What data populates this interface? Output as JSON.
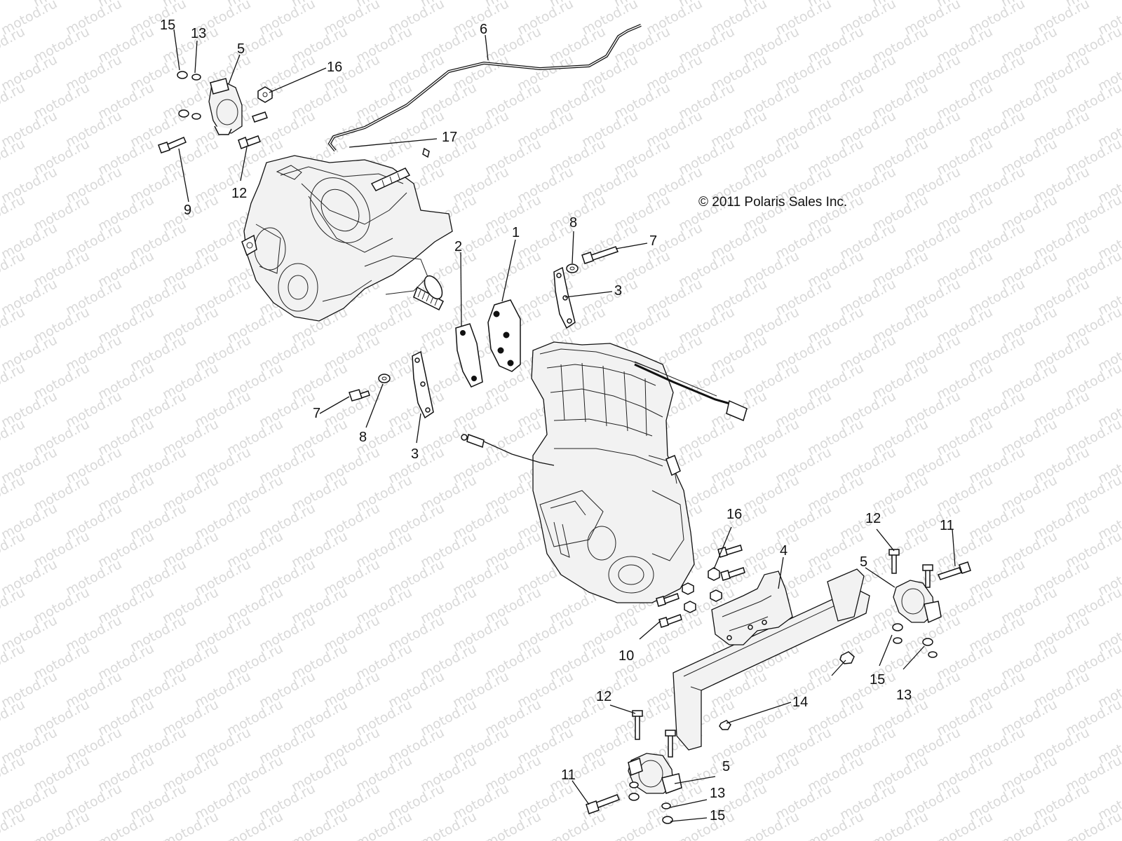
{
  "copyright": "© 2011 Polaris Sales Inc.",
  "watermark": "motod.ru",
  "callouts": [
    {
      "id": "c15a",
      "text": "15"
    },
    {
      "id": "c13a",
      "text": "13"
    },
    {
      "id": "c5a",
      "text": "5"
    },
    {
      "id": "c16a",
      "text": "16"
    },
    {
      "id": "c6",
      "text": "6"
    },
    {
      "id": "c17",
      "text": "17"
    },
    {
      "id": "c9",
      "text": "9"
    },
    {
      "id": "c12a",
      "text": "12"
    },
    {
      "id": "c8a",
      "text": "8"
    },
    {
      "id": "c7a",
      "text": "7"
    },
    {
      "id": "c1",
      "text": "1"
    },
    {
      "id": "c2",
      "text": "2"
    },
    {
      "id": "c3a",
      "text": "3"
    },
    {
      "id": "c7b",
      "text": "7"
    },
    {
      "id": "c8b",
      "text": "8"
    },
    {
      "id": "c3b",
      "text": "3"
    },
    {
      "id": "c16b",
      "text": "16"
    },
    {
      "id": "c4",
      "text": "4"
    },
    {
      "id": "c12b",
      "text": "12"
    },
    {
      "id": "c11a",
      "text": "11"
    },
    {
      "id": "c5b",
      "text": "5"
    },
    {
      "id": "c10",
      "text": "10"
    },
    {
      "id": "c15b",
      "text": "15"
    },
    {
      "id": "c13b",
      "text": "13"
    },
    {
      "id": "c14",
      "text": "14"
    },
    {
      "id": "c12c",
      "text": "12"
    },
    {
      "id": "c11b",
      "text": "11"
    },
    {
      "id": "c5c",
      "text": "5"
    },
    {
      "id": "c13c",
      "text": "13"
    },
    {
      "id": "c15c",
      "text": "15"
    }
  ]
}
